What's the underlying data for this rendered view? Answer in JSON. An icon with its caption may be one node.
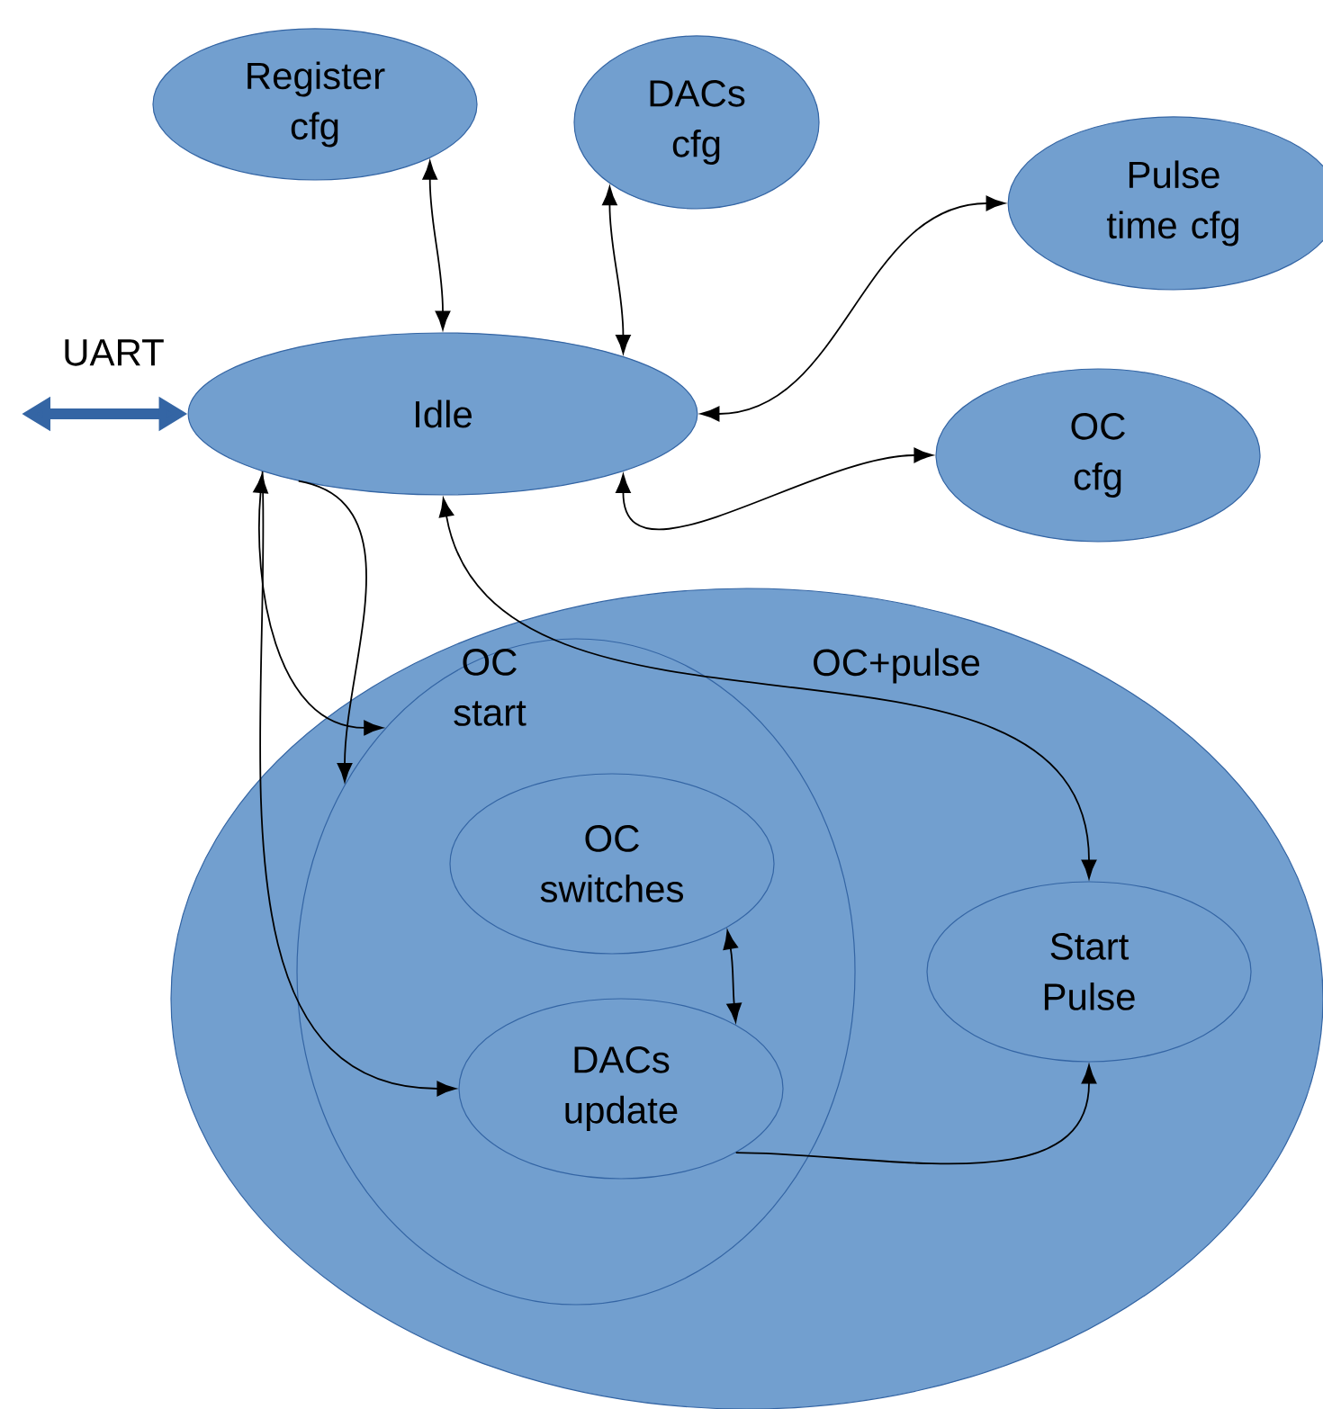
{
  "diagram": {
    "nodes": [
      {
        "text": [
          "Register cfg"
        ]
      },
      {
        "text": [
          "DACs cfg"
        ]
      },
      {
        "text": [
          "Pulse time cfg"
        ]
      },
      {
        "text": [
          "Idle"
        ]
      },
      {
        "text": [
          "OC cfg"
        ]
      },
      {
        "text": [
          "OC+pulse"
        ]
      },
      {
        "text": [
          "OC start"
        ],
        "in": 5
      },
      {
        "text": [
          "OC switches"
        ],
        "in": 6
      },
      {
        "text": [
          "DACs update"
        ],
        "in": 6
      },
      {
        "text": [
          "Start Pulse"
        ],
        "in": 5
      }
    ],
    "edges": [
      {
        "from": 3,
        "to": 0,
        "arrow": "both"
      },
      {
        "from": 3,
        "to": 1,
        "arrow": "both"
      },
      {
        "from": 3,
        "to": 2,
        "arrow": "both"
      },
      {
        "from": 3,
        "to": 4,
        "arrow": "both"
      },
      {
        "from": null,
        "to": 3,
        "arrow": "both",
        "label": "UART",
        "style": "thick",
        "color": "#3465a4"
      },
      {
        "from": 3,
        "to": 6,
        "arrow": "to"
      },
      {
        "from": 3,
        "to": 6,
        "arrow": "both"
      },
      {
        "from": 3,
        "to": 8,
        "arrow": "to"
      },
      {
        "from": 3,
        "to": 9,
        "arrow": "both"
      },
      {
        "from": 7,
        "to": 8,
        "arrow": "both"
      },
      {
        "from": 8,
        "to": 9,
        "arrow": "to"
      }
    ]
  }
}
